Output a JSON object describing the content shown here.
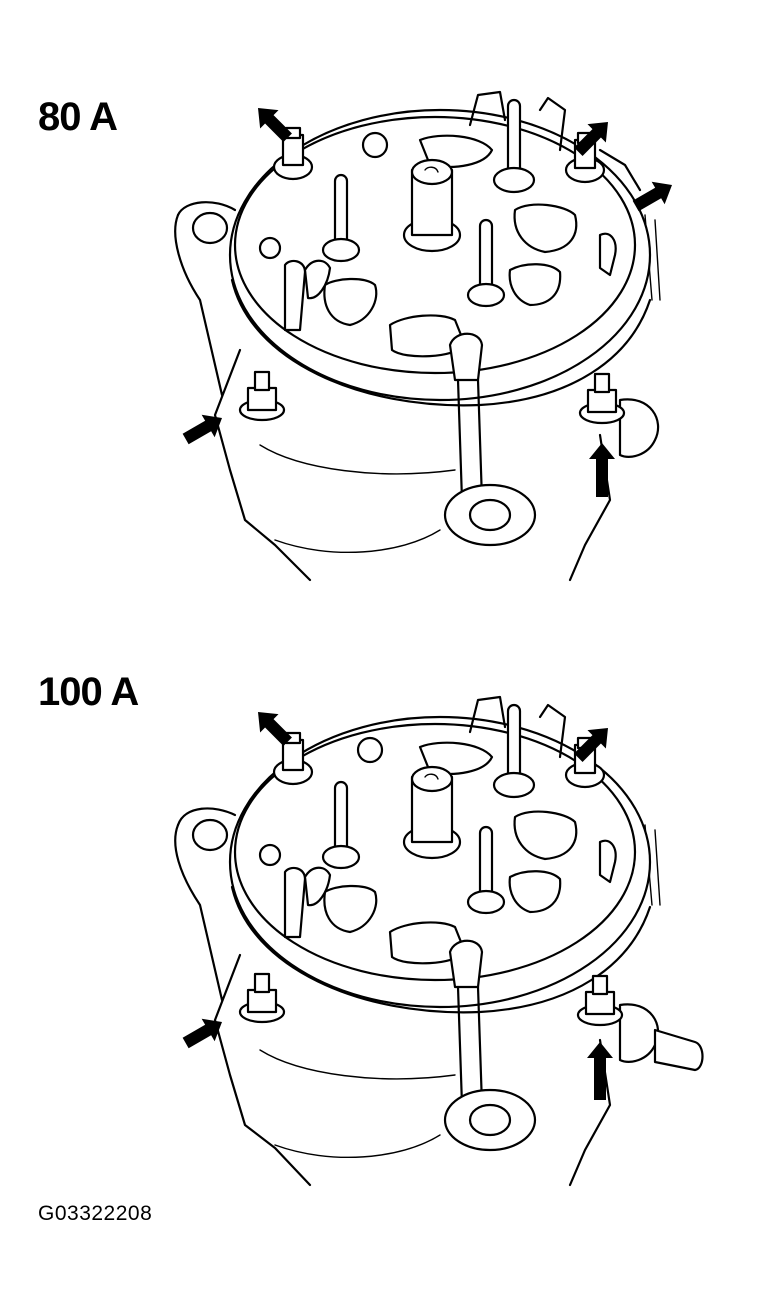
{
  "figure": {
    "panels": [
      {
        "label": "80 A",
        "variant": "80A",
        "arrow_count": 5
      },
      {
        "label": "100 A",
        "variant": "100A",
        "arrow_count": 4
      }
    ],
    "figure_code": "G03322208"
  },
  "colors": {
    "ink": "#000000",
    "paper": "#ffffff"
  }
}
